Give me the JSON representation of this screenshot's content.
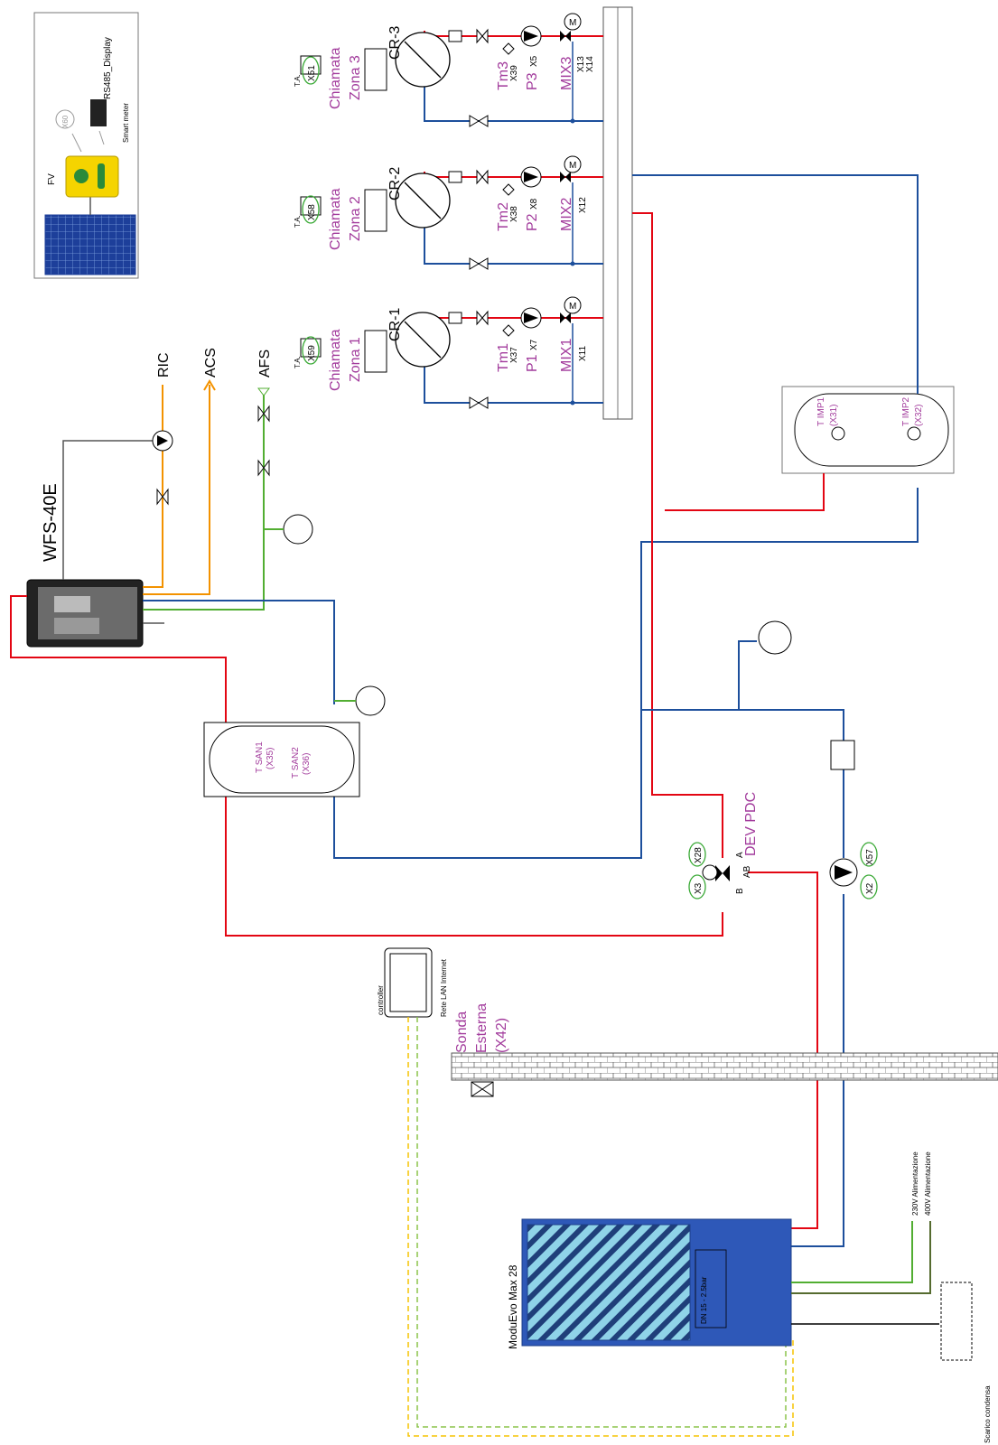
{
  "labels": {
    "fv": "FV",
    "x60": "X60",
    "rs485": "RS485_Display",
    "smart_meter": "Smart meter",
    "wfs": "WFS-40E",
    "ric": "RIC",
    "acs": "ACS",
    "afs": "AFS",
    "ta": "T.A.",
    "chiamata": "Chiamata",
    "zone1": "Zona 1",
    "zone2": "Zona 2",
    "zone3": "Zona 3",
    "x59": "X59",
    "x58": "X58",
    "x51": "X51",
    "cr1": "CR-1",
    "cr2": "CR-2",
    "cr3": "CR-3",
    "tm1": "Tm1",
    "tm2": "Tm2",
    "tm3": "Tm3",
    "x37": "X37",
    "x38": "X38",
    "x39": "X39",
    "p1": "P1",
    "p2": "P2",
    "p3": "P3",
    "x7": "X7",
    "x8": "X8",
    "x5": "X5",
    "mix1": "MIX1",
    "mix2": "MIX2",
    "mix3": "MIX3",
    "x11": "X11",
    "x12": "X12",
    "x13": "X13",
    "x14": "X14",
    "timp1": "T IMP1",
    "x31": "(X31)",
    "timp2": "T IMP2",
    "x32": "(X32)",
    "tsan1": "T SAN1",
    "x35": "(X35)",
    "tsan2": "T SAN2",
    "x36": "(X36)",
    "devpdc": "DEV PDC",
    "x28": "X28",
    "x3": "X3",
    "x57": "X57",
    "x2": "X2",
    "port_a": "A",
    "port_b": "B",
    "port_ab": "AB",
    "motor": "M",
    "controller": "controller",
    "rete": "Rete LAN Internet",
    "sonda1": "Sonda",
    "sonda2": "Esterna",
    "sonda3": "(X42)",
    "moduevo": "ModuEvo Max 28",
    "dn": "DN 15 - 2.5bar",
    "pow230": "230V Alimentazione",
    "pow400": "400V Alimentazione",
    "scarico": "Scarico condensa"
  },
  "colors": {
    "hot_pipe": "#e30613",
    "cold_pipe": "#1d4f9c",
    "dhw_pipe": "#f39200",
    "cold_water": "#52ae32",
    "sensor_label": "#a23b9c",
    "terminal_ring": "#39a935"
  }
}
